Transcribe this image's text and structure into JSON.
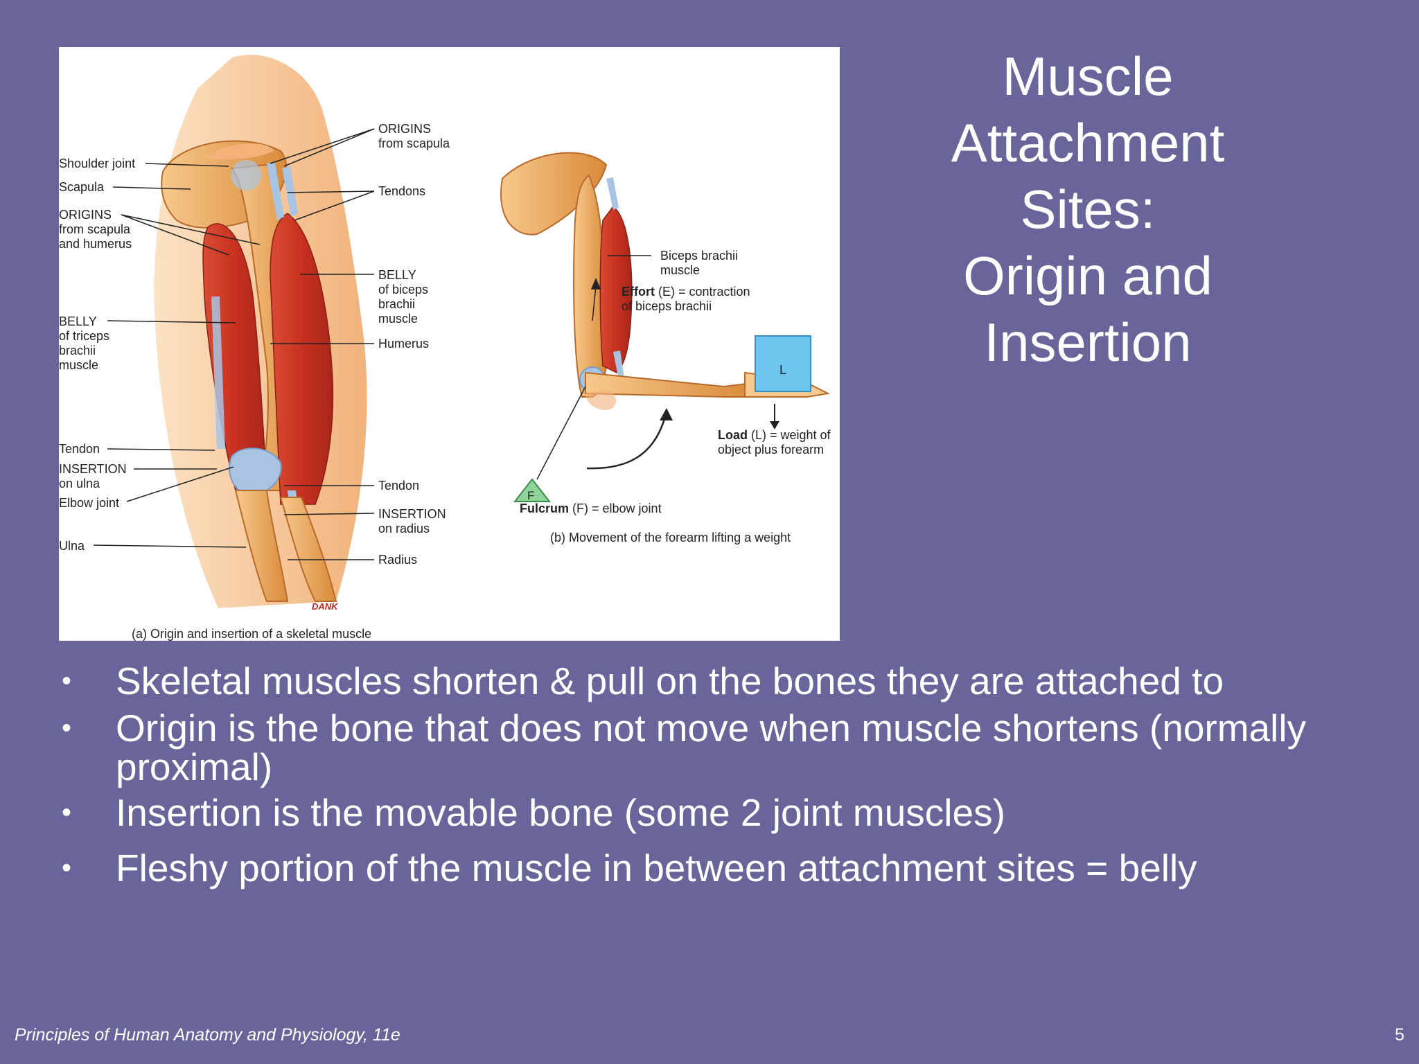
{
  "slide": {
    "title_lines": [
      "Muscle",
      "Attachment",
      "Sites:",
      "Origin and",
      "Insertion"
    ],
    "bullets": [
      "Skeletal muscles shorten & pull on the bones they are attached to",
      "Origin is the bone that does not move when muscle shortens (normally proximal)",
      "Insertion is the movable bone (some 2 joint muscles)",
      "Fleshy portion of the muscle in between attachment sites = belly"
    ],
    "footer": "Principles of Human Anatomy and Physiology, 11e",
    "page_number": "5"
  },
  "figure": {
    "a": {
      "caption": "(a) Origin and insertion of a skeletal muscle",
      "labels": {
        "shoulder_joint": "Shoulder joint",
        "scapula": "Scapula",
        "origins_left_1": "ORIGINS",
        "origins_left_2": "from scapula",
        "origins_left_3": "and humerus",
        "belly_triceps_1": "BELLY",
        "belly_triceps_2": "of triceps",
        "belly_triceps_3": "brachii",
        "belly_triceps_4": "muscle",
        "tendon_left": "Tendon",
        "insertion_ulna_1": "INSERTION",
        "insertion_ulna_2": "on ulna",
        "elbow_joint": "Elbow joint",
        "ulna": "Ulna",
        "origins_right_1": "ORIGINS",
        "origins_right_2": "from scapula",
        "tendons": "Tendons",
        "belly_biceps_1": "BELLY",
        "belly_biceps_2": "of biceps",
        "belly_biceps_3": "brachii",
        "belly_biceps_4": "muscle",
        "humerus": "Humerus",
        "tendon_right": "Tendon",
        "insertion_radius_1": "INSERTION",
        "insertion_radius_2": "on radius",
        "radius": "Radius",
        "signature": "DANK"
      }
    },
    "b": {
      "caption": "(b) Movement of the forearm lifting a weight",
      "labels": {
        "biceps_1": "Biceps brachii",
        "biceps_2": "muscle",
        "effort_bold": "Effort",
        "effort_rest": " (E) = contraction",
        "effort_2": "of biceps brachii",
        "load_bold": "Load",
        "load_rest": " (L) = weight of",
        "load_2": "object plus forearm",
        "fulcrum_bold": "Fulcrum",
        "fulcrum_rest": " (F) = elbow joint",
        "f_marker": "F",
        "l_marker": "L"
      }
    }
  }
}
